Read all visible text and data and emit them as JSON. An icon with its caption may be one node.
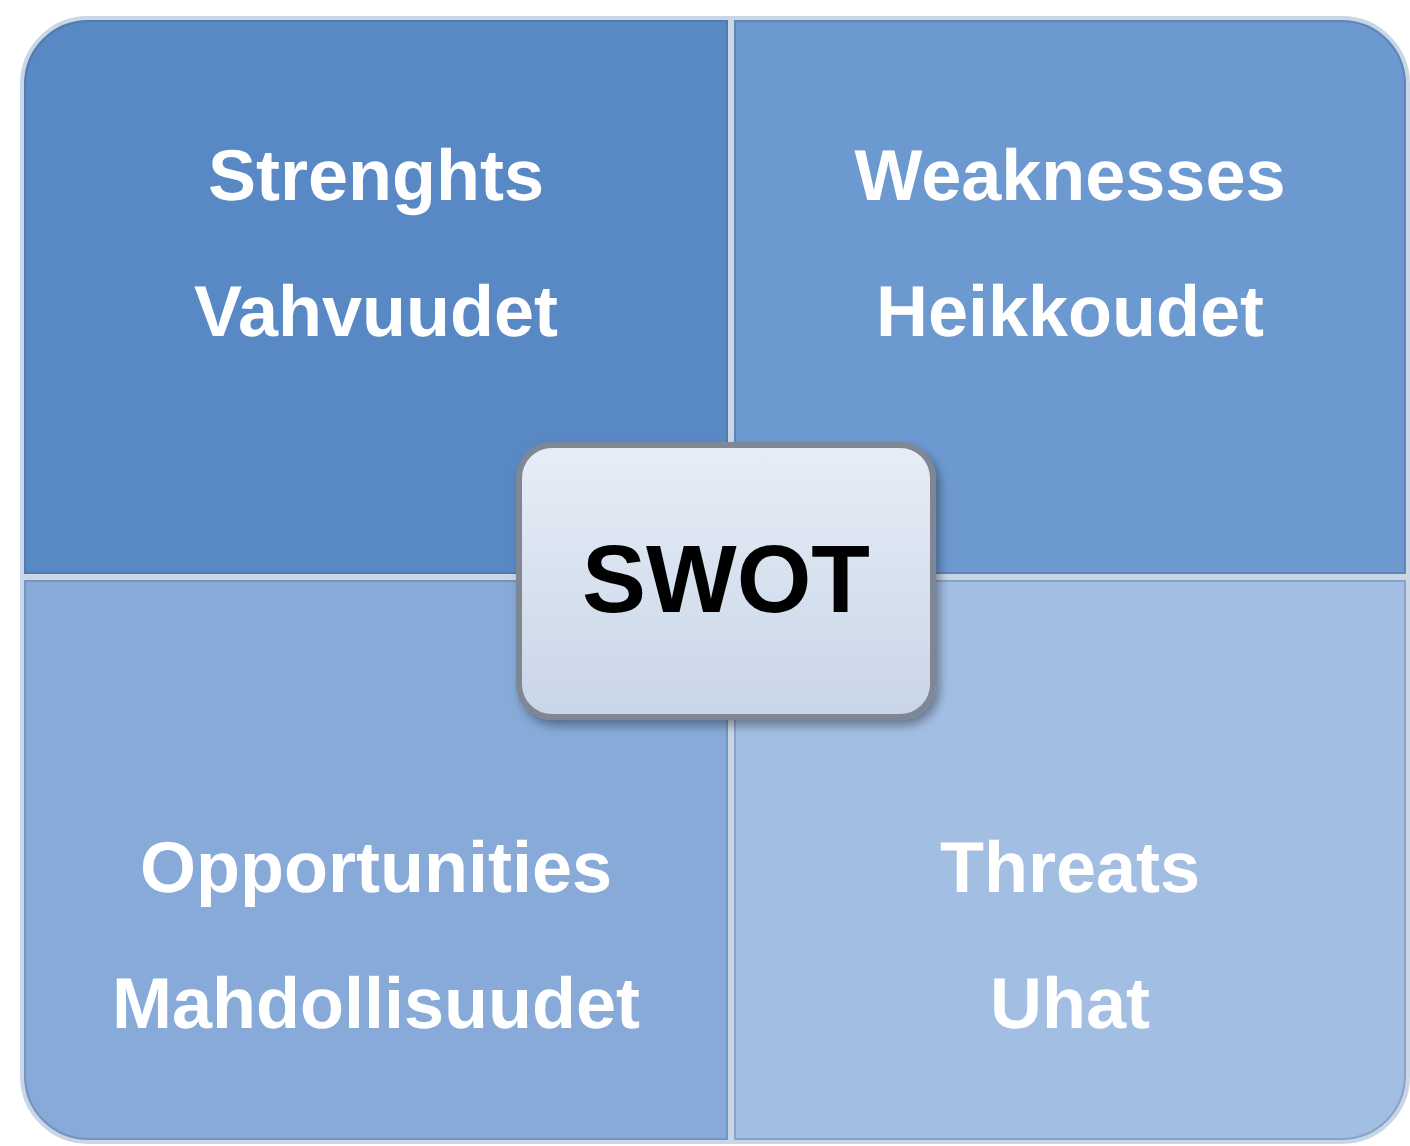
{
  "diagram": {
    "nodes": [
      {
        "text": [
          "Strenghts",
          "Vahvuudet"
        ]
      },
      {
        "text": [
          "Weaknesses",
          "Heikkoudet"
        ]
      },
      {
        "text": [
          "Opportunities",
          "Mahdollisuudet"
        ]
      },
      {
        "text": [
          "Threats",
          "Uhat"
        ]
      },
      {
        "text": [
          "SWOT"
        ]
      }
    ]
  }
}
